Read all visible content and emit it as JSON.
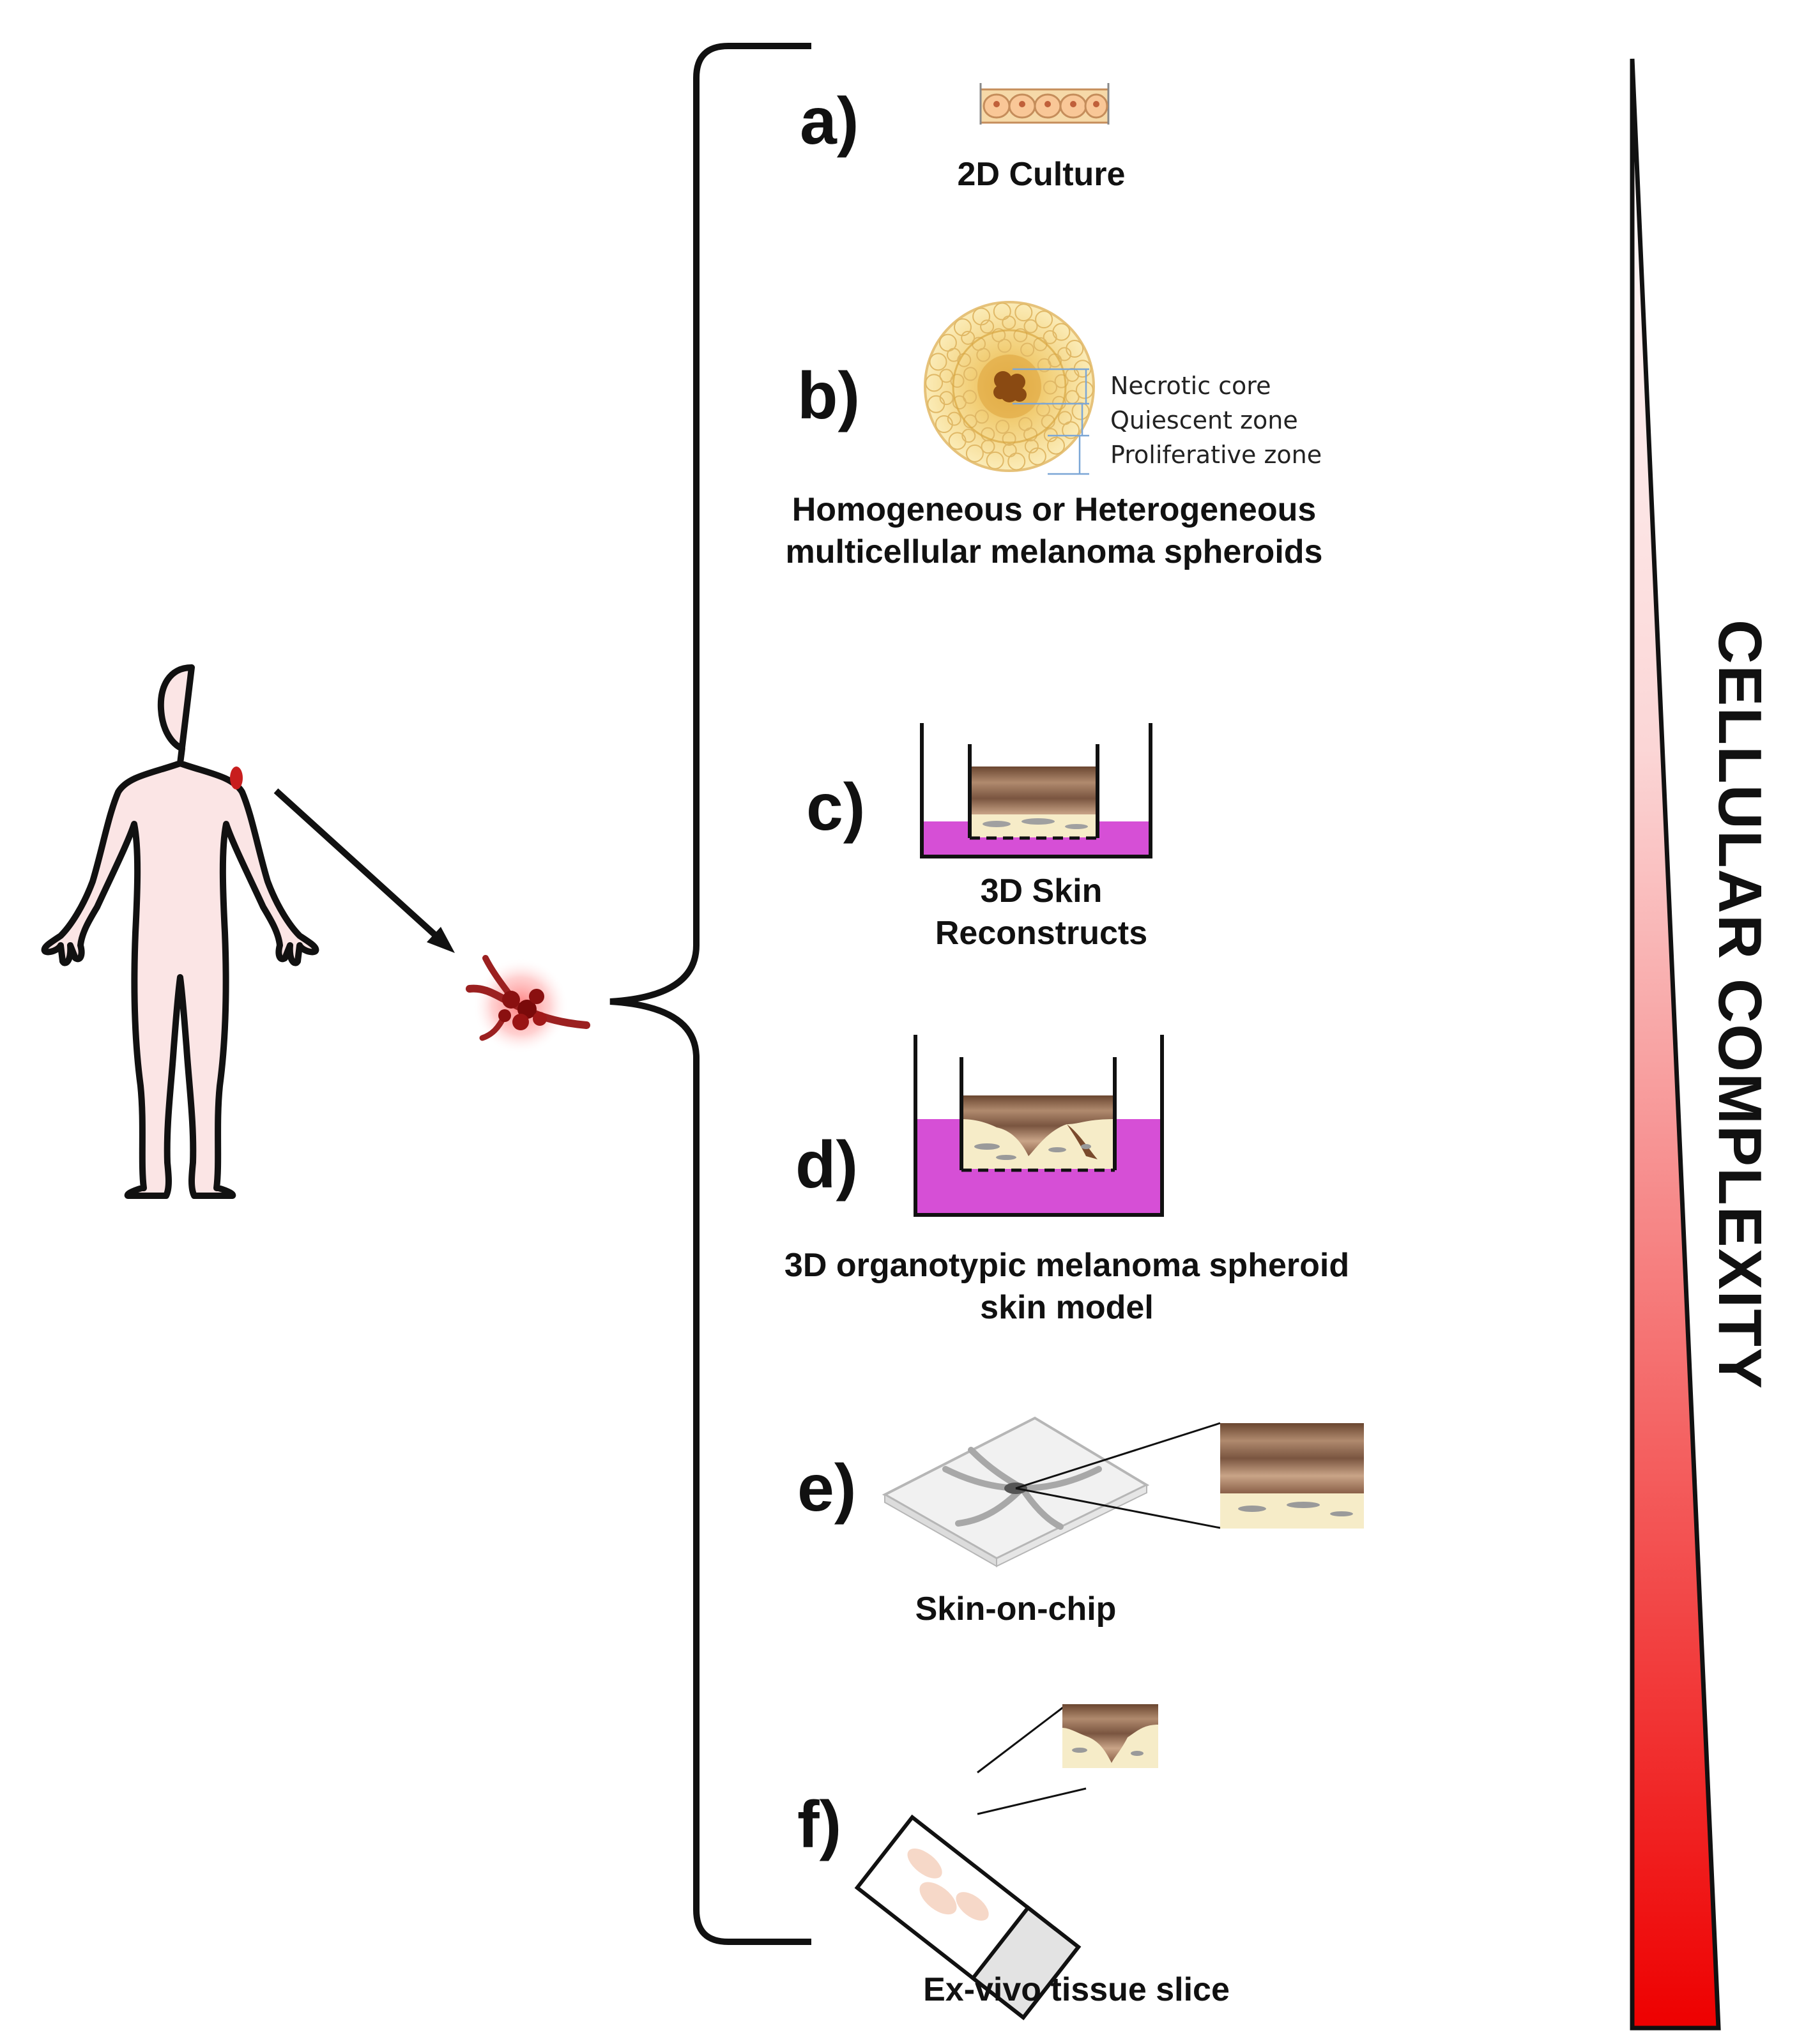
{
  "items": [
    {
      "letter": "a)",
      "caption": "2D Culture"
    },
    {
      "letter": "b)",
      "caption": "Homogeneous or Heterogeneous multicellular melanoma spheroids",
      "zones": [
        "Necrotic core",
        "Quiescent zone",
        "Proliferative zone"
      ]
    },
    {
      "letter": "c)",
      "caption": "3D Skin Reconstructs"
    },
    {
      "letter": "d)",
      "caption": "3D organotypic melanoma spheroid skin model"
    },
    {
      "letter": "e)",
      "caption": "Skin-on-chip"
    },
    {
      "letter": "f)",
      "caption": "Ex-vivo tissue slice"
    }
  ],
  "gradient_label": "CELLULAR COMPLEXITY",
  "colors": {
    "medium": "#d64fd6",
    "tissue_brown": "#8a5a3c",
    "dermis": "#f6ecc8",
    "gradient_top": "#ffffff",
    "gradient_bottom": "#ee0000",
    "skin": "#fbe5e5",
    "tumor": "#c81e1e"
  }
}
